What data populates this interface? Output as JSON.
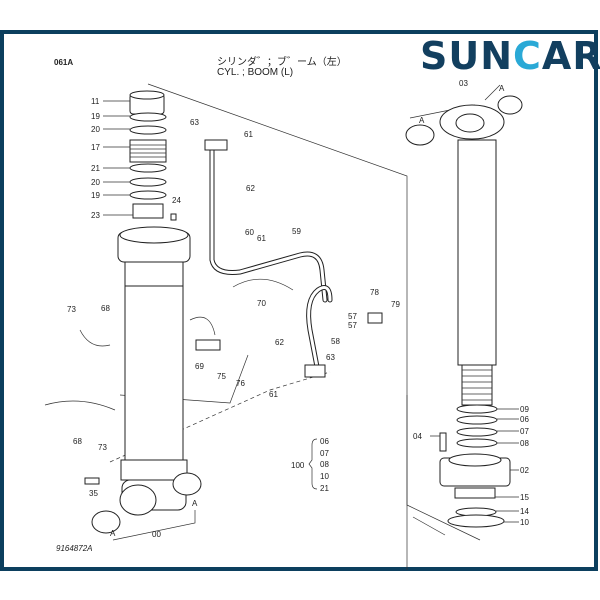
{
  "header": {
    "code": "061A",
    "title_jp": "シリンダ゛；ブ゛ーム（左）",
    "title_en": "CYL. ; BOOM (L)",
    "logo": {
      "part1": "SUN",
      "part2": "C",
      "part3": "AR"
    },
    "brand_color": "#123f5f",
    "accent_color": "#2aa9d6",
    "frame_color": "#0c3f5e"
  },
  "drawing_number": "9164872A",
  "labels": {
    "l11": "11",
    "l19a": "19",
    "l20a": "20",
    "l17": "17",
    "l21": "21",
    "l20b": "20",
    "l19b": "19",
    "l23": "23",
    "l24": "24",
    "l63a": "63",
    "l61a": "61",
    "l62a": "62",
    "l60": "60",
    "l61b": "61",
    "l59": "59",
    "l70": "70",
    "l78": "78",
    "l79": "79",
    "l57a": "57",
    "l57b": "57",
    "l58": "58",
    "l62b": "62",
    "l63b": "63",
    "l61c": "61",
    "l73a": "73",
    "l68a": "68",
    "l69": "69",
    "l75": "75",
    "l76": "76",
    "l68b": "68",
    "l73b": "73",
    "l35": "35",
    "l00": "00",
    "lA1": "A",
    "lA2": "A",
    "l03": "03",
    "lA3": "A",
    "lA4": "A",
    "l09": "09",
    "l06": "06",
    "l07": "07",
    "l08": "08",
    "l04": "04",
    "l02": "02",
    "l15": "15",
    "l14": "14",
    "l10": "10"
  },
  "kit": {
    "number": "100",
    "items": [
      "06",
      "07",
      "08",
      "10",
      "21"
    ]
  }
}
